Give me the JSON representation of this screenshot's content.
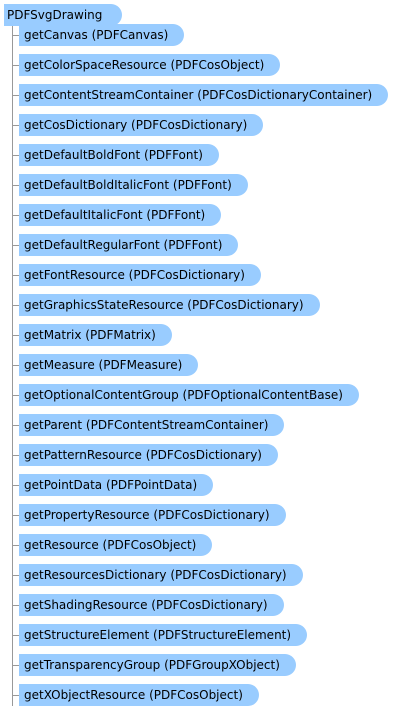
{
  "colors": {
    "node_fill": "#99ccff",
    "line": "#999999",
    "text": "#000000"
  },
  "root": {
    "label": "PDFSvgDrawing"
  },
  "children": [
    {
      "label": "getCanvas (PDFCanvas)"
    },
    {
      "label": "getColorSpaceResource (PDFCosObject)"
    },
    {
      "label": "getContentStreamContainer (PDFCosDictionaryContainer)"
    },
    {
      "label": "getCosDictionary (PDFCosDictionary)"
    },
    {
      "label": "getDefaultBoldFont (PDFFont)"
    },
    {
      "label": "getDefaultBoldItalicFont (PDFFont)"
    },
    {
      "label": "getDefaultItalicFont (PDFFont)"
    },
    {
      "label": "getDefaultRegularFont (PDFFont)"
    },
    {
      "label": "getFontResource (PDFCosDictionary)"
    },
    {
      "label": "getGraphicsStateResource (PDFCosDictionary)"
    },
    {
      "label": "getMatrix (PDFMatrix)"
    },
    {
      "label": "getMeasure (PDFMeasure)"
    },
    {
      "label": "getOptionalContentGroup (PDFOptionalContentBase)"
    },
    {
      "label": "getParent (PDFContentStreamContainer)"
    },
    {
      "label": "getPatternResource (PDFCosDictionary)"
    },
    {
      "label": "getPointData (PDFPointData)"
    },
    {
      "label": "getPropertyResource (PDFCosDictionary)"
    },
    {
      "label": "getResource (PDFCosObject)"
    },
    {
      "label": "getResourcesDictionary (PDFCosDictionary)"
    },
    {
      "label": "getShadingResource (PDFCosDictionary)"
    },
    {
      "label": "getStructureElement (PDFStructureElement)"
    },
    {
      "label": "getTransparencyGroup (PDFGroupXObject)"
    },
    {
      "label": "getXObjectResource (PDFCosObject)"
    }
  ]
}
